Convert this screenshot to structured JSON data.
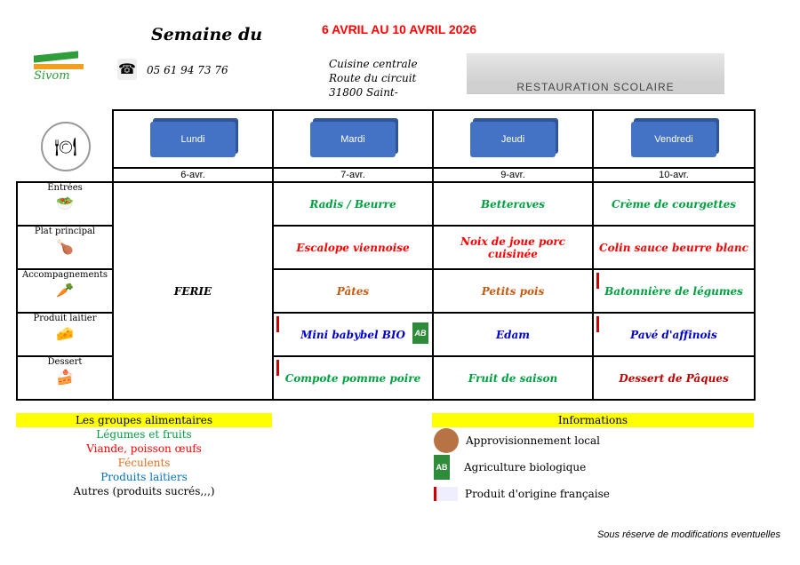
{
  "header": {
    "title": "Semaine du",
    "dates": "6 AVRIL AU 10 AVRIL 2026",
    "phone": "05 61 94 73 76",
    "address": [
      "Cuisine centrale",
      "Route du circuit",
      "31800 Saint-"
    ],
    "logo_text": "Sivom",
    "banner": "RESTAURATION SCOLAIRE"
  },
  "days": [
    {
      "name": "Lundi",
      "date": "6-avr."
    },
    {
      "name": "Mardi",
      "date": "7-avr."
    },
    {
      "name": "Jeudi",
      "date": "9-avr."
    },
    {
      "name": "Vendredi",
      "date": "10-avr."
    }
  ],
  "categories": [
    "Entrées",
    "Plat principal",
    "Accompagnements",
    "Produit laitier",
    "Dessert"
  ],
  "lundi": "FERIE",
  "menu": [
    [
      {
        "t": "Radis / Beurre",
        "c": "#00a040"
      },
      {
        "t": "Betteraves",
        "c": "#00a040"
      },
      {
        "t": "Crème de courgettes",
        "c": "#00a040"
      }
    ],
    [
      {
        "t": "Escalope viennoise",
        "c": "#ff0000"
      },
      {
        "t": "Noix de joue porc cuisinée",
        "c": "#ff0000"
      },
      {
        "t": "Colin sauce beurre blanc",
        "c": "#ff0000"
      }
    ],
    [
      {
        "t": "Pâtes",
        "c": "#c55a11"
      },
      {
        "t": "Petits pois",
        "c": "#c55a11"
      },
      {
        "t": "Batonnière de légumes",
        "c": "#00a040"
      }
    ],
    [
      {
        "t": "Mini babybel BIO",
        "c": "#0000cc"
      },
      {
        "t": "Edam",
        "c": "#0000cc"
      },
      {
        "t": "Pavé d'affinois",
        "c": "#0000cc"
      }
    ],
    [
      {
        "t": "Compote pomme poire",
        "c": "#00a040"
      },
      {
        "t": "Fruit de saison",
        "c": "#00a040"
      },
      {
        "t": "Dessert de Pâques",
        "c": "#c00000"
      }
    ]
  ],
  "legend": {
    "title": "Les groupes alimentaires",
    "items": [
      {
        "t": "Légumes et fruits",
        "c": "#00a040"
      },
      {
        "t": "Viande, poisson œufs",
        "c": "#ff0000"
      },
      {
        "t": "Féculents",
        "c": "#e07020"
      },
      {
        "t": "Produits laitiers",
        "c": "#0070c0"
      },
      {
        "t": "Autres (produits sucrés,,,)",
        "c": "#000000"
      }
    ]
  },
  "info": {
    "title": "Informations",
    "items": [
      "Approvisionnement local",
      "Agriculture biologique",
      "Produit d'origine française"
    ],
    "ab": "AB"
  },
  "footer": "Sous réserve de modifications eventuelles"
}
